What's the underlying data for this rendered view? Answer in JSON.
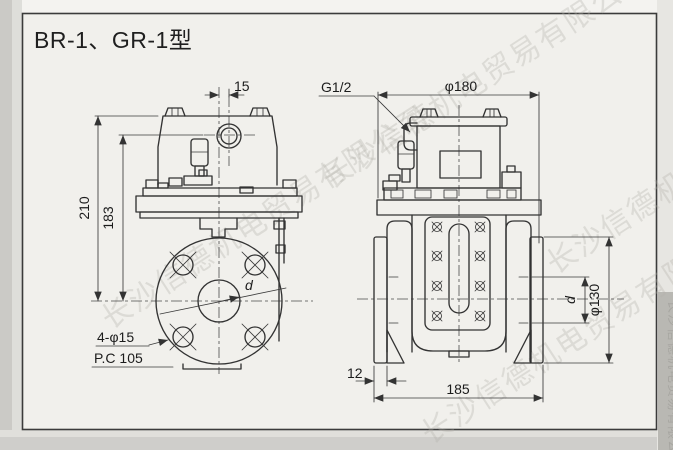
{
  "title": "BR-1、GR-1型",
  "watermark": {
    "text": "长沙信德机电贸易有限公司"
  },
  "front_view": {
    "dim_port_offset": "15",
    "dim_height_total": "210",
    "dim_height_port": "183",
    "label_bore": "d",
    "label_bolt_holes": "4-φ15",
    "label_pitch_circle": "P.C 105"
  },
  "side_view": {
    "label_port": "G1/2",
    "dim_flange_od": "φ180",
    "dim_flange_thickness": "12",
    "dim_overall_length": "185",
    "dim_bore": "d",
    "dim_pipe_flange_od": "φ130"
  }
}
